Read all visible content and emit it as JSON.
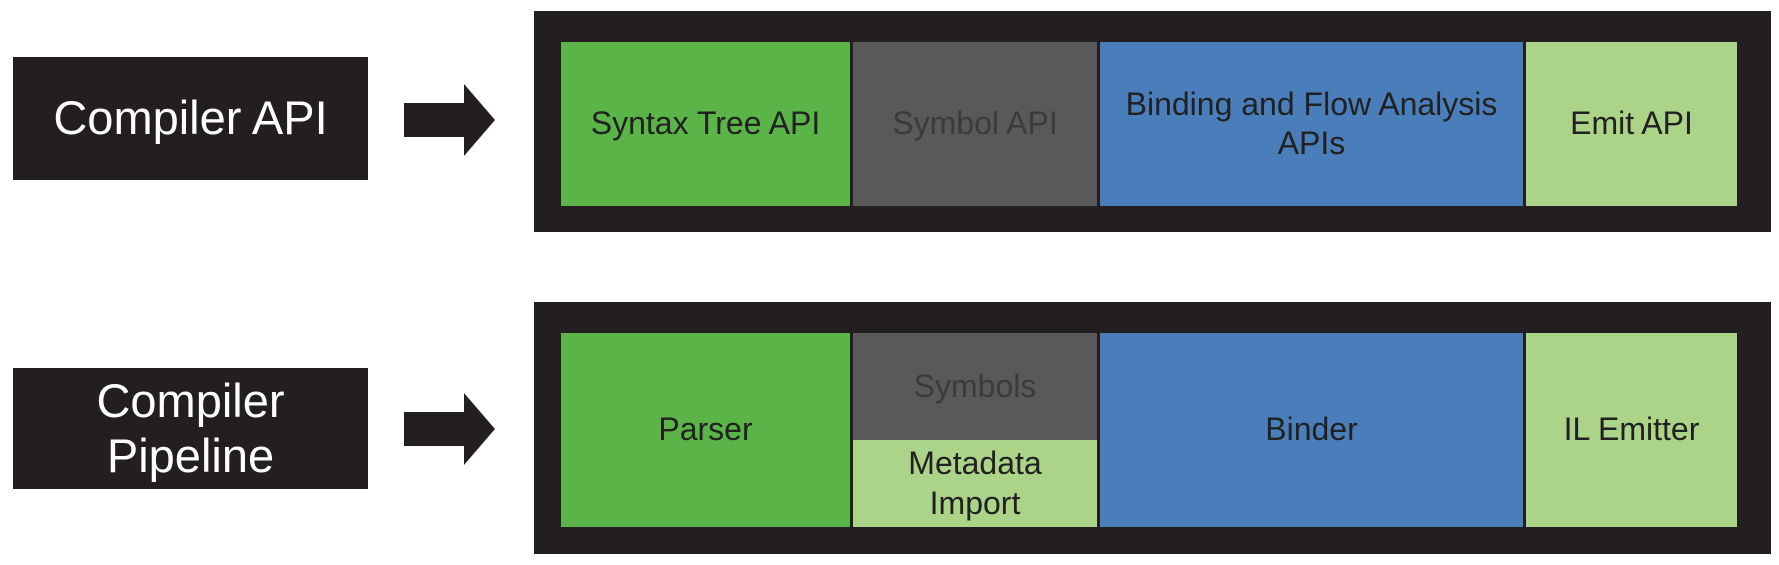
{
  "colors": {
    "bg": "#FFFFFF",
    "dark": "#231F20",
    "green": "#5AB447",
    "gray": "#59595B",
    "blue": "#4A7EBB",
    "lgreen": "#ACD488",
    "boxtext": "#212121",
    "graytext": "#3B3B3D",
    "labeltext": "#FFFFFF"
  },
  "icons": {
    "arrow": "right-block-arrow"
  },
  "rows": [
    {
      "label": "Compiler API",
      "boxes": [
        {
          "text": "Syntax Tree API",
          "color": "#5AB447"
        },
        {
          "text": "Symbol API",
          "color": "#59595B"
        },
        {
          "text": "Binding and Flow Analysis APIs",
          "color": "#4A7EBB"
        },
        {
          "text": "Emit API",
          "color": "#ACD488"
        }
      ]
    },
    {
      "label": "Compiler Pipeline",
      "boxes": [
        {
          "text": "Parser",
          "color": "#5AB447"
        },
        {
          "stack": [
            {
              "text": "Symbols",
              "color": "#59595B"
            },
            {
              "text": "Metadata Import",
              "color": "#ACD488"
            }
          ]
        },
        {
          "text": "Binder",
          "color": "#4A7EBB"
        },
        {
          "text": "IL Emitter",
          "color": "#ACD488"
        }
      ]
    }
  ]
}
